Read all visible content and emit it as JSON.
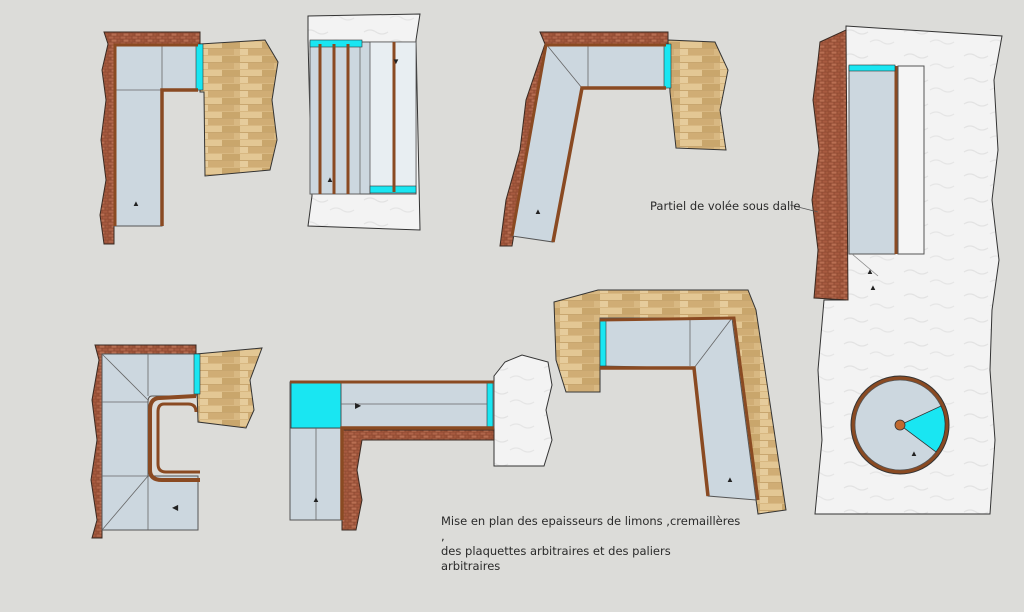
{
  "annotations": {
    "partiel": "Partiel de volée sous dalle",
    "mise_en_plan_line1": "Mise en plan des epaisseurs de limons ,cremaillères ,",
    "mise_en_plan_line2": "des plaquettes arbitraires et des paliers",
    "mise_en_plan_line3": "arbitraires"
  },
  "colors": {
    "background": "#dcdcd9",
    "stair_fill": "#ccd7df",
    "stringer": "#8a4a22",
    "brick": "#8f4a32",
    "wood": "#d9b984",
    "cyan_plate": "#19e6f2",
    "slab": "#f2f2f2"
  }
}
